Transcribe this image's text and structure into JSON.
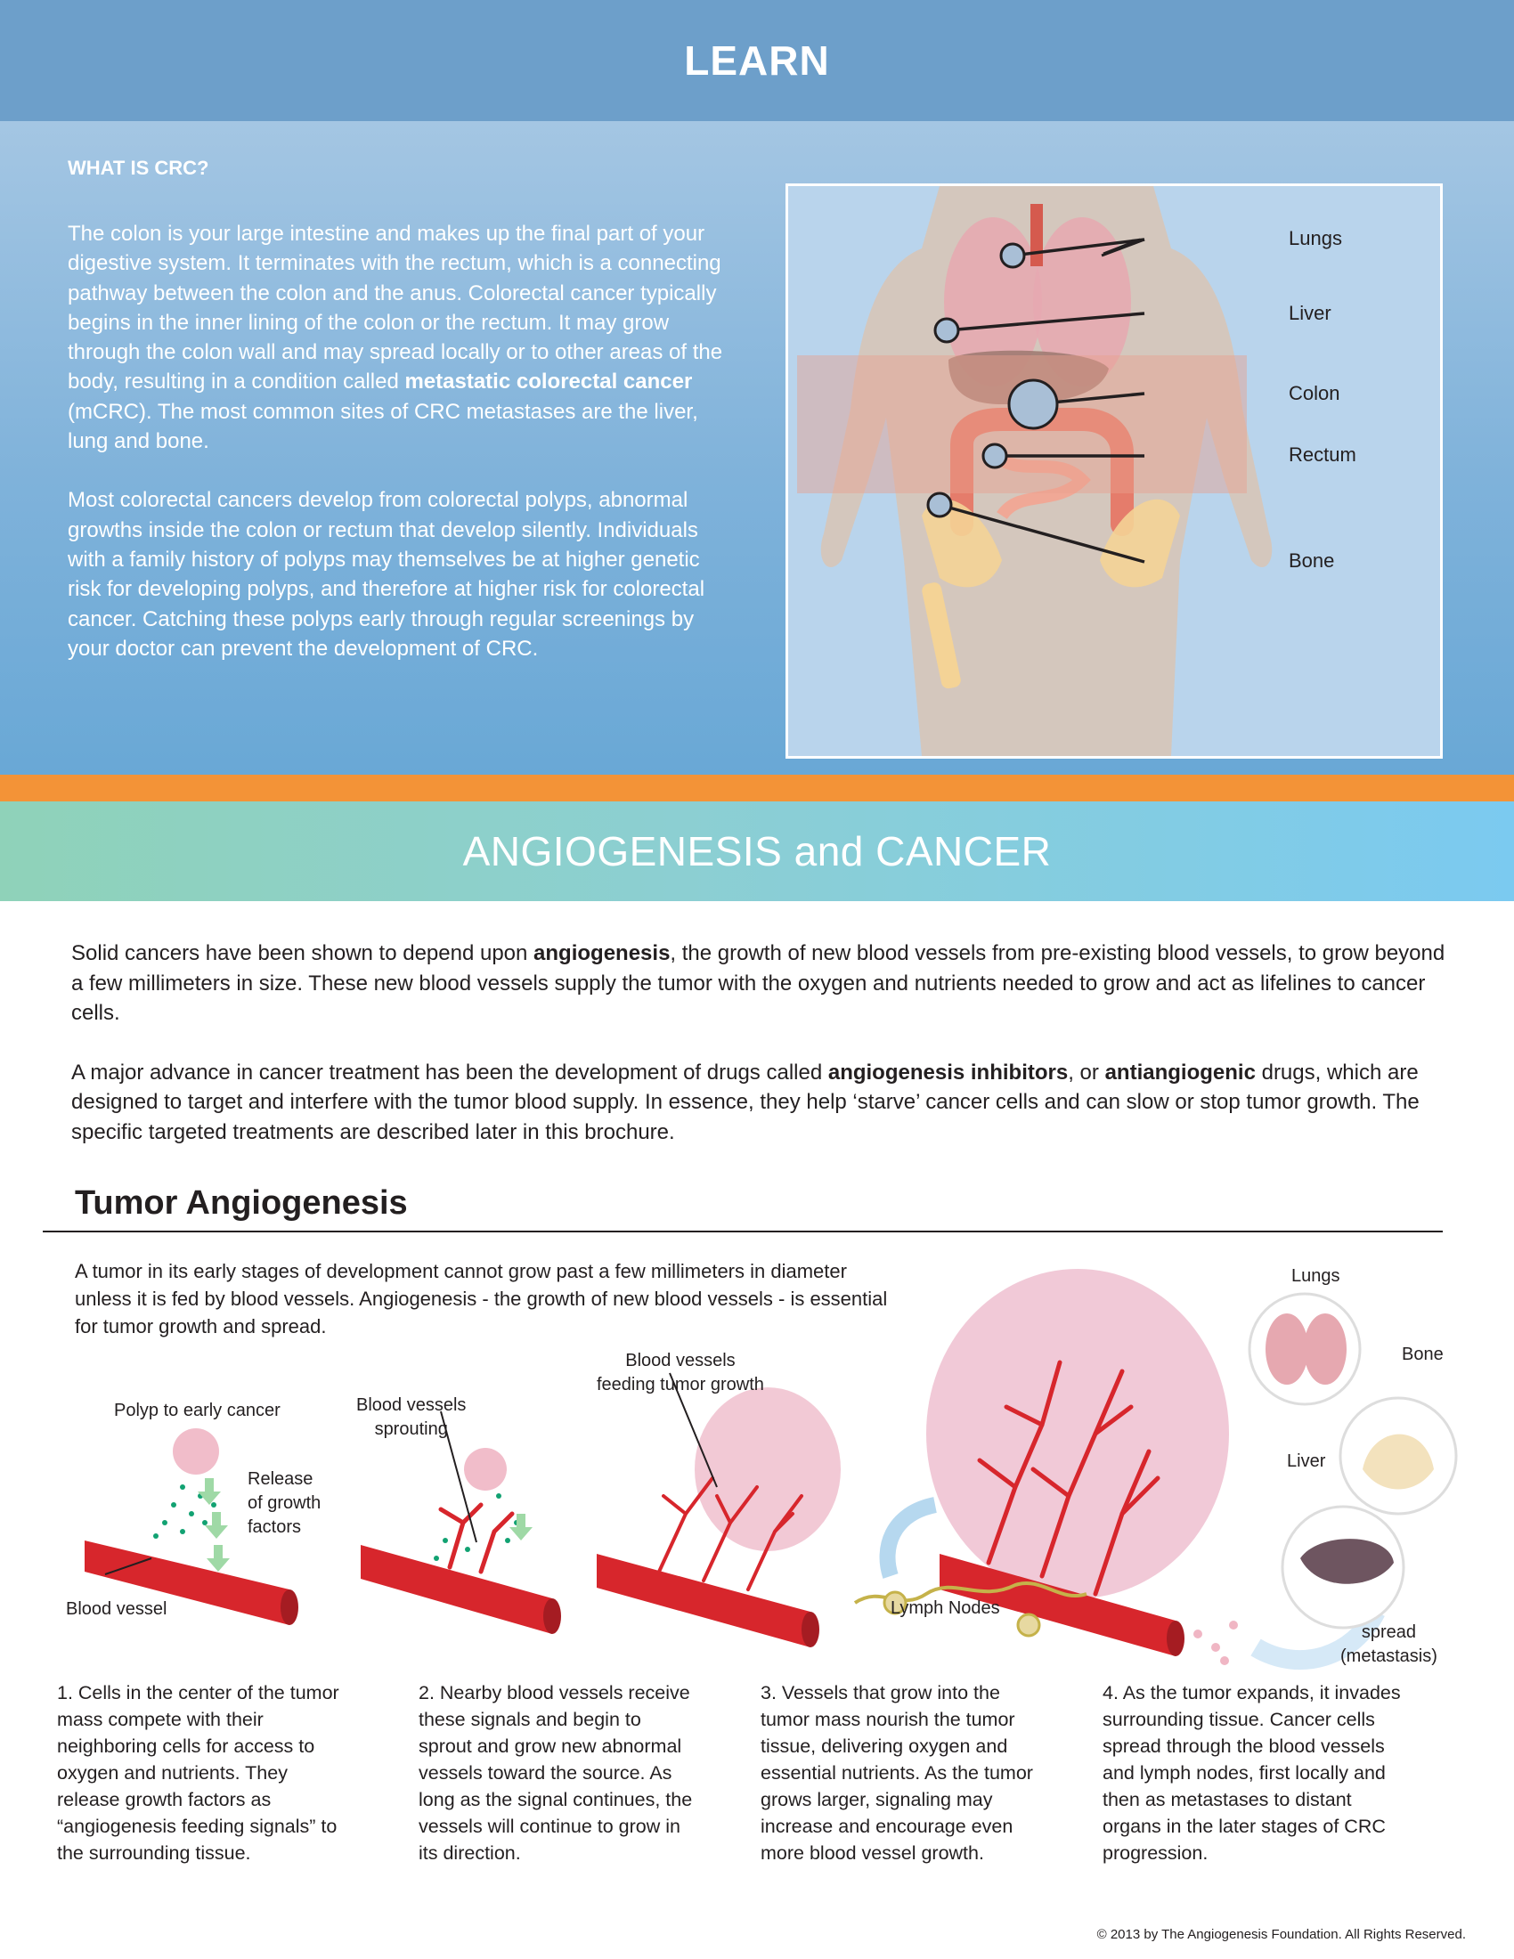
{
  "learn": {
    "title": "LEARN"
  },
  "crc": {
    "heading": "WHAT IS CRC?",
    "para1_before": "The colon is your large intestine and makes up the final part of your digestive system. It terminates with the rectum, which is a connecting pathway between the colon and the anus.  Colorectal cancer typically begins in the inner lining of the colon or the rectum. It may grow through the colon wall and may spread locally or to other areas of the body, resulting in a condition called ",
    "para1_bold": "metastatic colorectal cancer",
    "para1_after": " (mCRC). The most common sites of CRC metastases are the liver, lung and bone.",
    "para2": "Most colorectal cancers develop from colorectal polyps, abnormal growths inside the colon or rectum that develop silently. Individuals with a family history of polyps may themselves be at higher genetic risk for developing polyps, and therefore at higher risk for colorectal cancer. Catching these polyps early through regular screenings by your doctor can prevent the development of CRC.",
    "organs": [
      "Lungs",
      "Liver",
      "Colon",
      "Rectum",
      "Bone"
    ]
  },
  "angio": {
    "title": "ANGIOGENESIS and CANCER",
    "p1_a": "Solid cancers have been shown to depend upon ",
    "p1_b": "angiogenesis",
    "p1_c": ", the growth of new blood vessels from pre-existing blood vessels, to grow beyond a few millimeters in size. These new blood vessels supply the tumor with the oxygen and nutrients needed to grow and act as lifelines to cancer cells.",
    "p2_a": "A major advance in cancer treatment has been the development of drugs called ",
    "p2_b": "angiogenesis inhibitors",
    "p2_c": ", or ",
    "p2_d": "antiangiogenic",
    "p2_e": " drugs, which are designed to target and interfere with the tumor blood supply.  In essence, they help ‘starve’ cancer cells and can slow or stop tumor growth. The specific targeted treatments are described later in this brochure."
  },
  "tumor": {
    "title": "Tumor Angiogenesis",
    "intro": "A tumor in its early stages of development cannot grow past a few millimeters in diameter unless it is fed by blood vessels.  Angiogenesis - the growth of new blood vessels - is essential for tumor growth and spread.",
    "labels": {
      "polyp": "Polyp to early cancer",
      "release": "Release\nof growth\nfactors",
      "vessel": "Blood vessel",
      "sprouting": "Blood vessels\nsprouting",
      "feeding": "Blood vessels\nfeeding tumor growth",
      "lymph": "Lymph Nodes",
      "lungs": "Lungs",
      "bone": "Bone",
      "liver": "Liver",
      "spread": "spread\n(metastasis)"
    },
    "steps": [
      "1. Cells in the center of the tumor\nmass compete with their\nneighboring cells for access to\noxygen and nutrients.  They\nrelease growth factors as\n“angiogenesis feeding signals” to\nthe surrounding tissue.",
      "2. Nearby blood vessels receive\nthese signals and begin to\nsprout and grow new abnormal\nvessels toward the source. As\nlong as the signal continues, the\nvessels will continue to grow in\nits direction.",
      "3. Vessels that grow into the\ntumor mass nourish the tumor\ntissue, delivering oxygen and\nessential nutrients. As the tumor\ngrows larger, signaling may\nincrease and encourage even\nmore blood vessel growth.",
      "4. As the tumor expands, it invades\nsurrounding tissue.  Cancer cells\nspread through the blood vessels\nand lymph nodes, first locally and\nthen as metastases to distant\norgans in the later stages of CRC\nprogression."
    ]
  },
  "footer": {
    "copyright": "© 2013 by The Angiogenesis Foundation. All Rights Reserved."
  },
  "colors": {
    "learn_blue": "#6d9fca",
    "orange": "#f39337",
    "vessel_red": "#d7262c",
    "teal": "#8fd2b9"
  }
}
